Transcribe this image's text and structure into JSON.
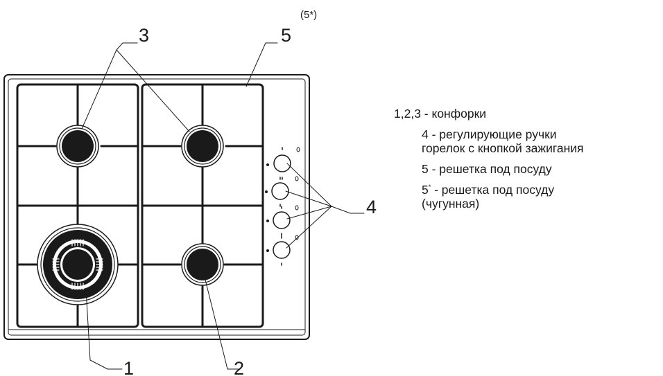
{
  "callouts": {
    "burner_large": "1",
    "burner_small": "2",
    "burners_medium": "3",
    "knobs": "4",
    "grate": "5",
    "grate_cast_alt": "(5*)"
  },
  "legend": {
    "burners": "1,2,3 - конфорки",
    "knobs_line1": "4 - регулирующие ручки",
    "knobs_line2": "горелок с кнопкой зажигания",
    "grate": "5 - решетка под посуду",
    "cast_grate_num": "5",
    "cast_grate_star": "*",
    "cast_grate_line1": " - решетка под посуду",
    "cast_grate_line2": "(чугунная)"
  }
}
